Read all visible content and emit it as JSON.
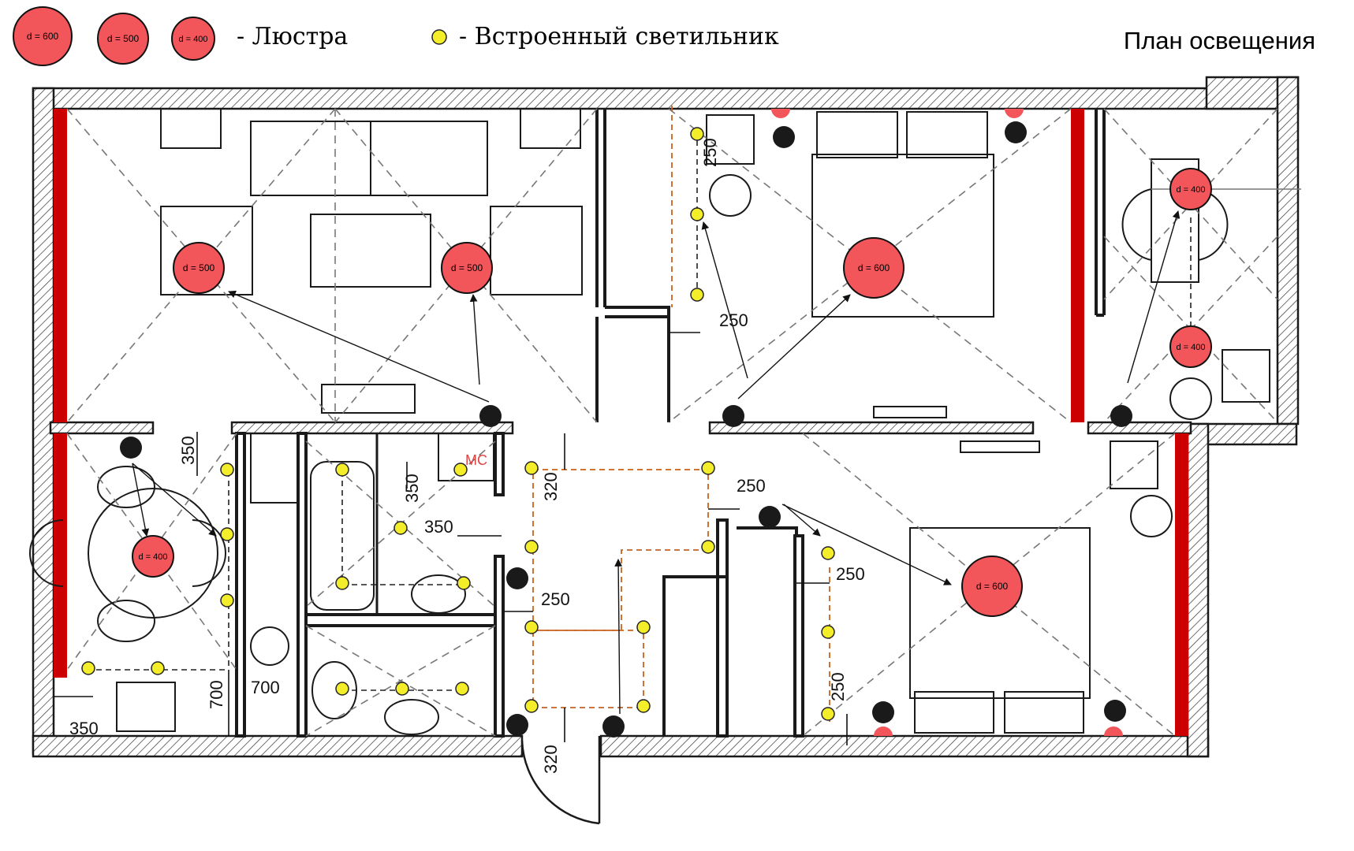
{
  "title": "План освещения",
  "legend": {
    "chandeliers": [
      {
        "label": "d = 600"
      },
      {
        "label": "d = 500"
      },
      {
        "label": "d = 400"
      }
    ],
    "chandelier_text": "- Люстра",
    "spot_text": "- Встроенный светильник"
  },
  "colors": {
    "chandelier": "#f2555a",
    "spot": "#f4ee2a",
    "switch": "#1a1a1a",
    "window": "#cc0000",
    "dim_orange": "#c8621e",
    "wall": "#1a1a1a"
  },
  "chandeliers": [
    {
      "label": "d = 500"
    },
    {
      "label": "d = 500"
    },
    {
      "label": "d = 600"
    },
    {
      "label": "d = 400"
    },
    {
      "label": "d = 400"
    },
    {
      "label": "d = 400"
    },
    {
      "label": "d = 600"
    }
  ],
  "dimensions": {
    "d1": "350",
    "d2": "700",
    "d3": "700",
    "d4": "350",
    "d5": "350",
    "d6": "350",
    "d7": "320",
    "d8": "250",
    "d9": "250",
    "d10": "250",
    "d11": "320",
    "d12": "250",
    "d13": "250",
    "d14": "250"
  },
  "appliance_label": "МС"
}
